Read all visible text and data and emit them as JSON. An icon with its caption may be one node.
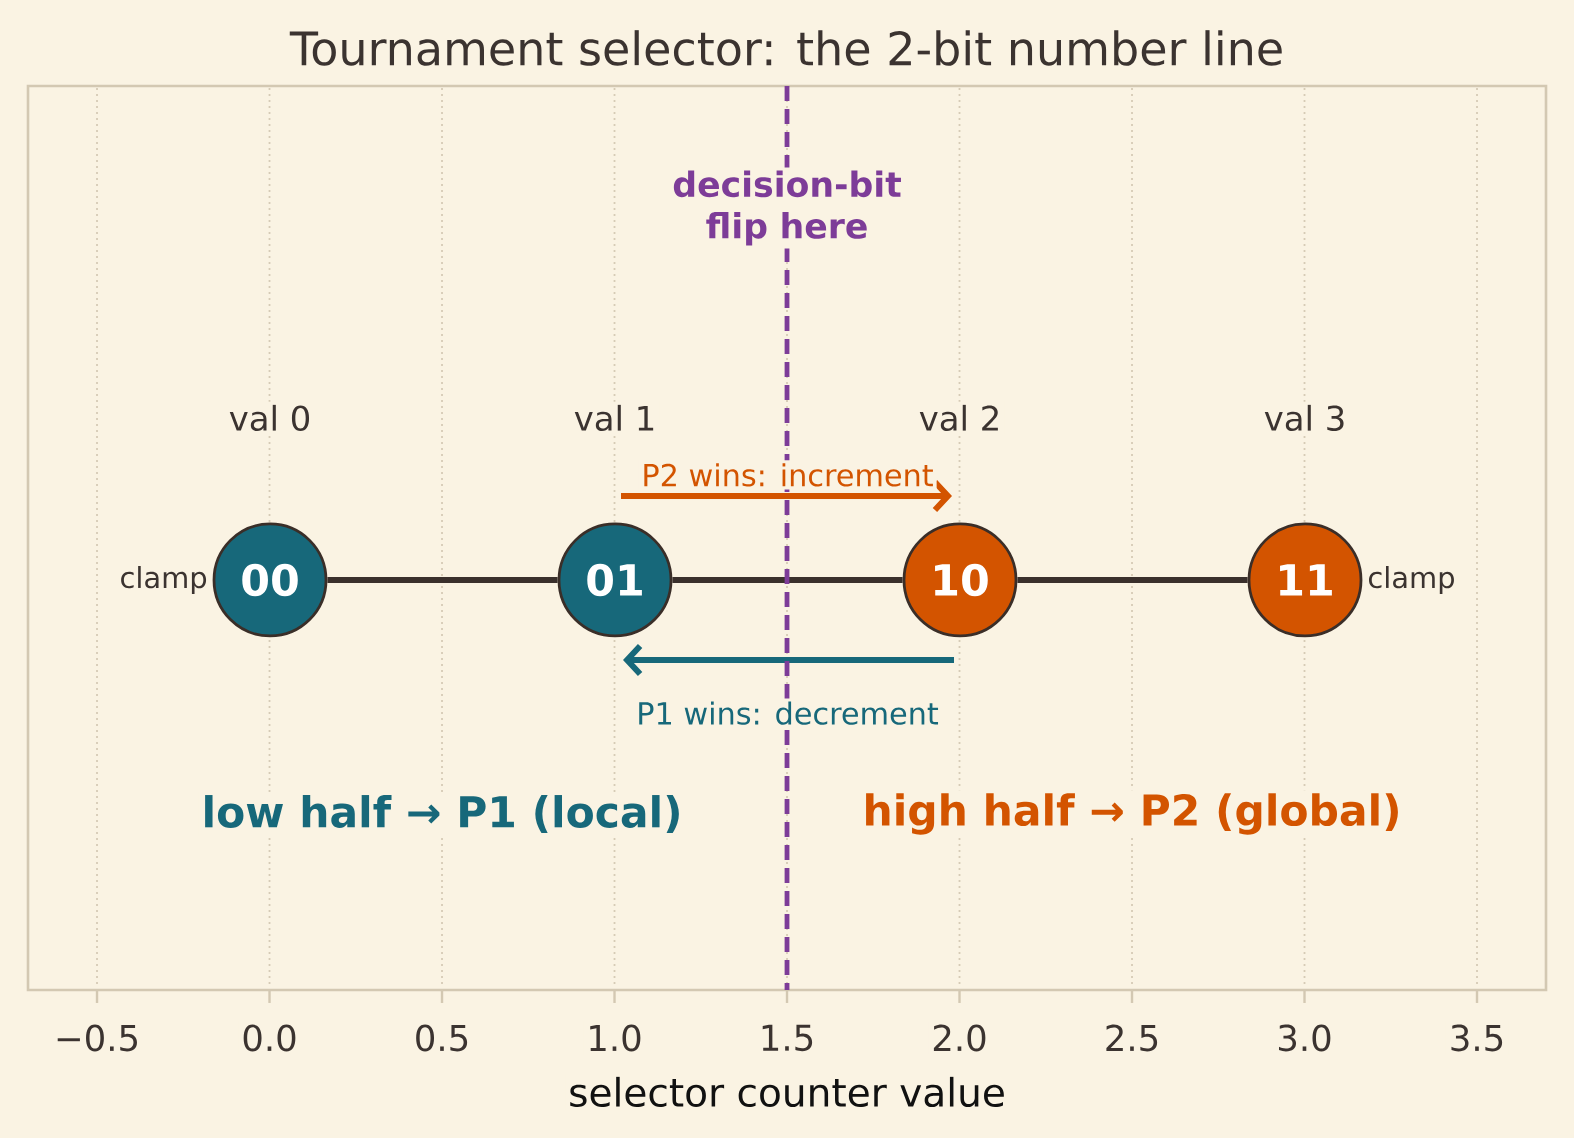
{
  "diagram": {
    "title": "Tournament selector: the 2-bit number line",
    "nodes": [
      {
        "text": [
          "00"
        ],
        "beside": [
          "val 0",
          "clamp"
        ]
      },
      {
        "text": [
          "01"
        ],
        "beside": [
          "val 1"
        ]
      },
      {
        "text": [
          "10"
        ],
        "beside": [
          "val 2"
        ]
      },
      {
        "text": [
          "11"
        ],
        "beside": [
          "val 3",
          "clamp"
        ]
      }
    ],
    "edges": [
      {
        "from": 0,
        "to": 1,
        "arrow": "none"
      },
      {
        "from": 1,
        "to": 2,
        "arrow": "none"
      },
      {
        "from": 2,
        "to": 3,
        "arrow": "none"
      },
      {
        "from": 1,
        "to": 2,
        "arrow": "to",
        "label": "P2 wins: increment",
        "color": "#d35400"
      },
      {
        "from": 2,
        "to": 1,
        "arrow": "to",
        "label": "P1 wins: decrement",
        "color": "#17687a"
      }
    ],
    "labels": [
      "decision-bit flip here",
      "low half → P1 (local)",
      "high half → P2 (global)",
      "−0.5",
      "0.0",
      "0.5",
      "1.0",
      "1.5",
      "2.0",
      "2.5",
      "3.0",
      "3.5",
      "selector counter value"
    ]
  }
}
